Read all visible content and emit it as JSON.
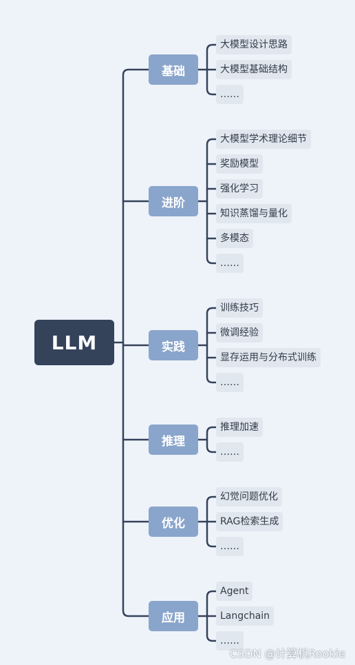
{
  "root": {
    "label": "LLM"
  },
  "branches": [
    {
      "label": "基础",
      "leaves": [
        "大模型设计思路",
        "大模型基础结构",
        "……"
      ]
    },
    {
      "label": "进阶",
      "leaves": [
        "大模型学术理论细节",
        "奖励模型",
        "强化学习",
        "知识蒸馏与量化",
        "多模态",
        "……"
      ]
    },
    {
      "label": "实践",
      "leaves": [
        "训练技巧",
        "微调经验",
        "显存运用与分布式训练",
        "……"
      ]
    },
    {
      "label": "推理",
      "leaves": [
        "推理加速",
        "……"
      ]
    },
    {
      "label": "优化",
      "leaves": [
        "幻觉问题优化",
        "RAG检索生成",
        "……"
      ]
    },
    {
      "label": "应用",
      "leaves": [
        "Agent",
        "Langchain",
        "……"
      ]
    }
  ],
  "watermark": "CSDN @计算机Rookie",
  "colors": {
    "background": "#eef3fa",
    "root_fill": "#34425a",
    "branch_fill": "#8aa5cb",
    "leaf_fill": "#e1e7ef",
    "connector": "#34425a"
  }
}
